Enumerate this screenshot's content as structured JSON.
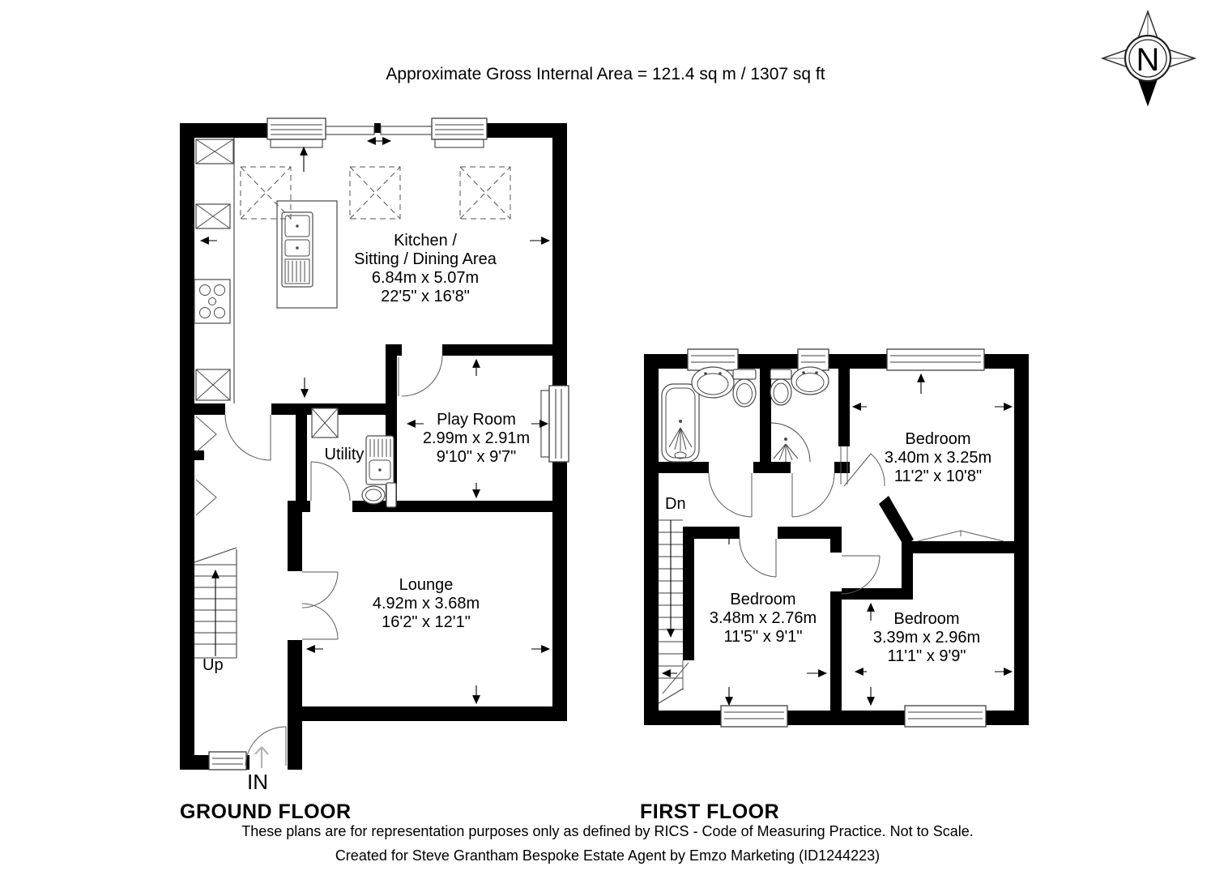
{
  "title": "Approximate Gross Internal Area = 121.4 sq m / 1307 sq ft",
  "compass": {
    "north": "N"
  },
  "floors": {
    "ground": {
      "label": "GROUND FLOOR",
      "rooms": {
        "kitchen": {
          "lines": [
            "Kitchen /",
            "Sitting / Dining Area",
            "6.84m x 5.07m",
            "22'5\" x 16'8\""
          ]
        },
        "play_room": {
          "lines": [
            "Play Room",
            "2.99m x 2.91m",
            "9'10\" x 9'7\""
          ]
        },
        "utility": {
          "lines": [
            "Utility"
          ]
        },
        "lounge": {
          "lines": [
            "Lounge",
            "4.92m x 3.68m",
            "16'2\" x 12'1\""
          ]
        }
      },
      "annotations": {
        "stairs": "Up",
        "entrance": "IN"
      }
    },
    "first": {
      "label": "FIRST FLOOR",
      "rooms": {
        "bedroom_1": {
          "lines": [
            "Bedroom",
            "3.40m x 3.25m",
            "11'2\" x 10'8\""
          ]
        },
        "bedroom_2": {
          "lines": [
            "Bedroom",
            "3.48m x 2.76m",
            "11'5\" x 9'1\""
          ]
        },
        "bedroom_3": {
          "lines": [
            "Bedroom",
            "3.39m x 2.96m",
            "11'1\" x 9'9\""
          ]
        }
      },
      "annotations": {
        "stairs": "Dn"
      }
    }
  },
  "footer": {
    "line1": "These plans are for representation purposes only as defined by RICS - Code of Measuring Practice. Not to Scale.",
    "line2": "Created for Steve Grantham Bespoke Estate Agent by Emzo Marketing (ID1244223)"
  },
  "colors": {
    "wall": "#000000",
    "line": "#3f3f3f",
    "text": "#000000",
    "in_arrow": "#b4b4b4",
    "background": "#ffffff"
  }
}
